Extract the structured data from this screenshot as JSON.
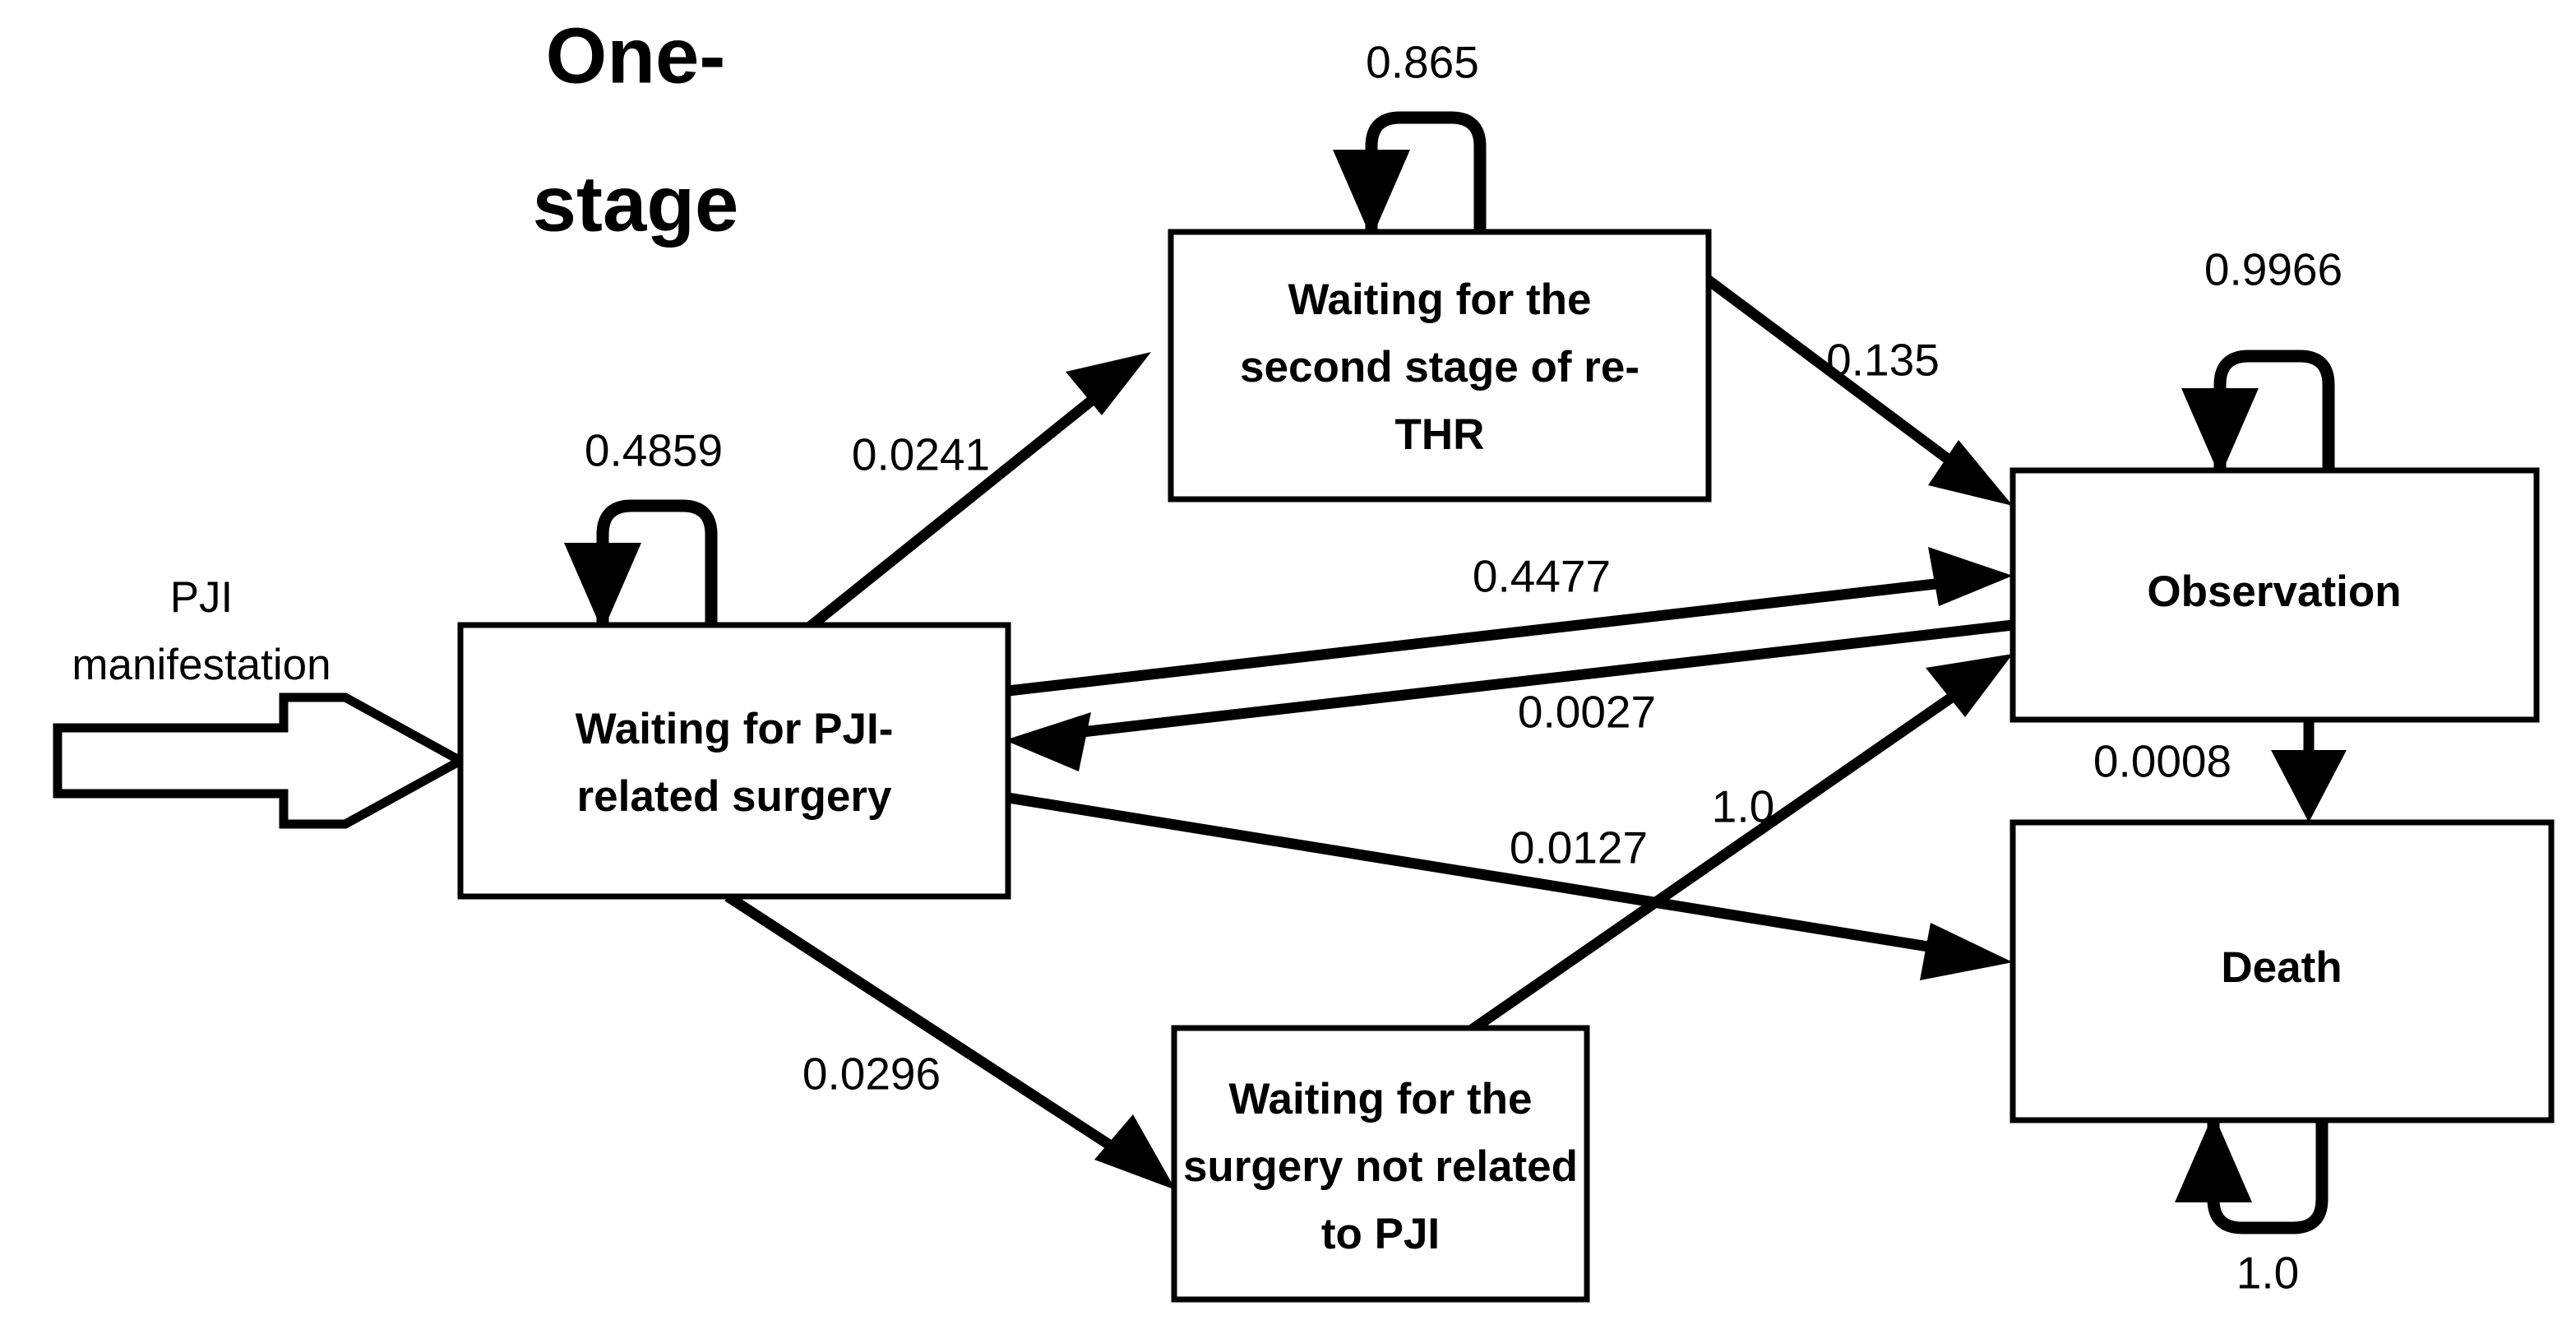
{
  "title": {
    "line1": "One-",
    "line2": "stage"
  },
  "entry": {
    "label_line1": "PJI",
    "label_line2": "manifestation",
    "icon": "block-arrow-right-icon"
  },
  "nodes": [
    {
      "id": "pji_surgery",
      "lines": [
        "Waiting for PJI-",
        "related surgery"
      ]
    },
    {
      "id": "second_stage_rethr",
      "lines": [
        "Waiting for the",
        "second stage of re-",
        "THR"
      ]
    },
    {
      "id": "observation",
      "lines": [
        "Observation"
      ]
    },
    {
      "id": "death",
      "lines": [
        "Death"
      ]
    },
    {
      "id": "non_pji_surgery",
      "lines": [
        "Waiting for the",
        "surgery not related",
        "to PJI"
      ]
    }
  ],
  "edges": [
    {
      "id": "pji_self",
      "from": "pji_surgery",
      "to": "pji_surgery",
      "label": "0.4859"
    },
    {
      "id": "pji_to_rethr",
      "from": "pji_surgery",
      "to": "second_stage_rethr",
      "label": "0.0241"
    },
    {
      "id": "rethr_self",
      "from": "second_stage_rethr",
      "to": "second_stage_rethr",
      "label": "0.865"
    },
    {
      "id": "rethr_to_obs",
      "from": "second_stage_rethr",
      "to": "observation",
      "label": "0.135"
    },
    {
      "id": "obs_self",
      "from": "observation",
      "to": "observation",
      "label": "0.9966"
    },
    {
      "id": "pji_to_obs",
      "from": "pji_surgery",
      "to": "observation",
      "label": "0.4477"
    },
    {
      "id": "obs_to_pji",
      "from": "observation",
      "to": "pji_surgery",
      "label": "0.0027"
    },
    {
      "id": "pji_to_death",
      "from": "pji_surgery",
      "to": "death",
      "label": "0.0127"
    },
    {
      "id": "nonpji_to_obs",
      "from": "non_pji_surgery",
      "to": "observation",
      "label": "1.0"
    },
    {
      "id": "obs_to_death",
      "from": "observation",
      "to": "death",
      "label": "0.0008"
    },
    {
      "id": "pji_to_nonpji",
      "from": "pji_surgery",
      "to": "non_pji_surgery",
      "label": "0.0296"
    },
    {
      "id": "death_self",
      "from": "death",
      "to": "death",
      "label": "1.0"
    }
  ],
  "chart_data": {
    "type": "diagram",
    "title": "One-stage",
    "states": [
      "Waiting for PJI-related surgery",
      "Waiting for the second stage of re-THR",
      "Observation",
      "Death",
      "Waiting for the surgery not related to PJI"
    ],
    "transitions": [
      {
        "from": "Waiting for PJI-related surgery",
        "to": "Waiting for PJI-related surgery",
        "probability": 0.4859
      },
      {
        "from": "Waiting for PJI-related surgery",
        "to": "Waiting for the second stage of re-THR",
        "probability": 0.0241
      },
      {
        "from": "Waiting for PJI-related surgery",
        "to": "Observation",
        "probability": 0.4477
      },
      {
        "from": "Waiting for PJI-related surgery",
        "to": "Death",
        "probability": 0.0127
      },
      {
        "from": "Waiting for PJI-related surgery",
        "to": "Waiting for the surgery not related to PJI",
        "probability": 0.0296
      },
      {
        "from": "Waiting for the second stage of re-THR",
        "to": "Waiting for the second stage of re-THR",
        "probability": 0.865
      },
      {
        "from": "Waiting for the second stage of re-THR",
        "to": "Observation",
        "probability": 0.135
      },
      {
        "from": "Observation",
        "to": "Observation",
        "probability": 0.9966
      },
      {
        "from": "Observation",
        "to": "Waiting for PJI-related surgery",
        "probability": 0.0027
      },
      {
        "from": "Observation",
        "to": "Death",
        "probability": 0.0008
      },
      {
        "from": "Waiting for the surgery not related to PJI",
        "to": "Observation",
        "probability": 1.0
      },
      {
        "from": "Death",
        "to": "Death",
        "probability": 1.0
      }
    ],
    "entry_point": {
      "label": "PJI manifestation",
      "into": "Waiting for PJI-related surgery"
    }
  }
}
